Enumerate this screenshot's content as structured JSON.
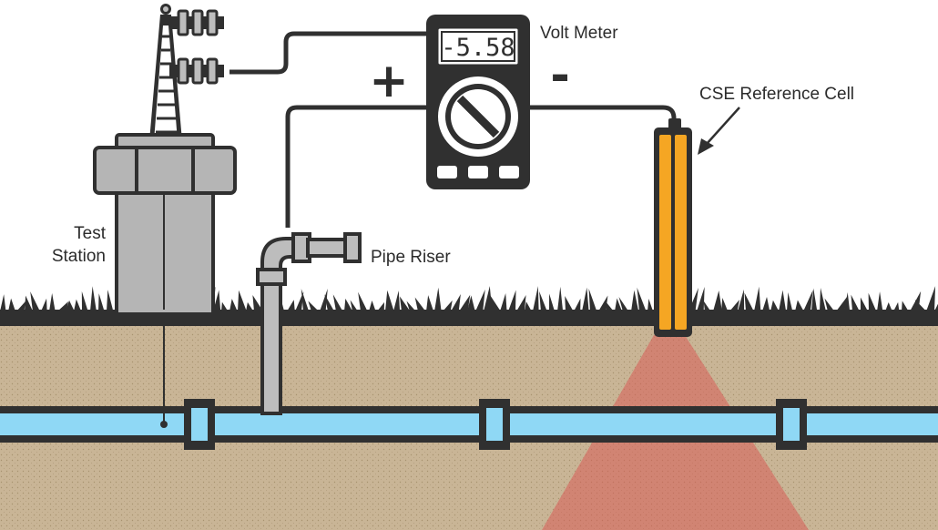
{
  "meter": {
    "display": "-5.58",
    "plus_sign": "+",
    "minus_sign": "-"
  },
  "labels": {
    "volt_meter": "Volt Meter",
    "reference_cell": "CSE Reference Cell",
    "test_station_line1": "Test",
    "test_station_line2": "Station",
    "pipe_riser": "Pipe Riser"
  },
  "colors": {
    "soil": "#c9b596",
    "pipe": "#8fd8f5",
    "outline": "#303030",
    "cell": "#f5a623",
    "field": "#d9534f",
    "concrete": "#b5b5b5",
    "riser": "#bdbdbd"
  },
  "icons": {
    "tower": "transmission-tower-icon",
    "meter_dial": "dial-icon"
  }
}
